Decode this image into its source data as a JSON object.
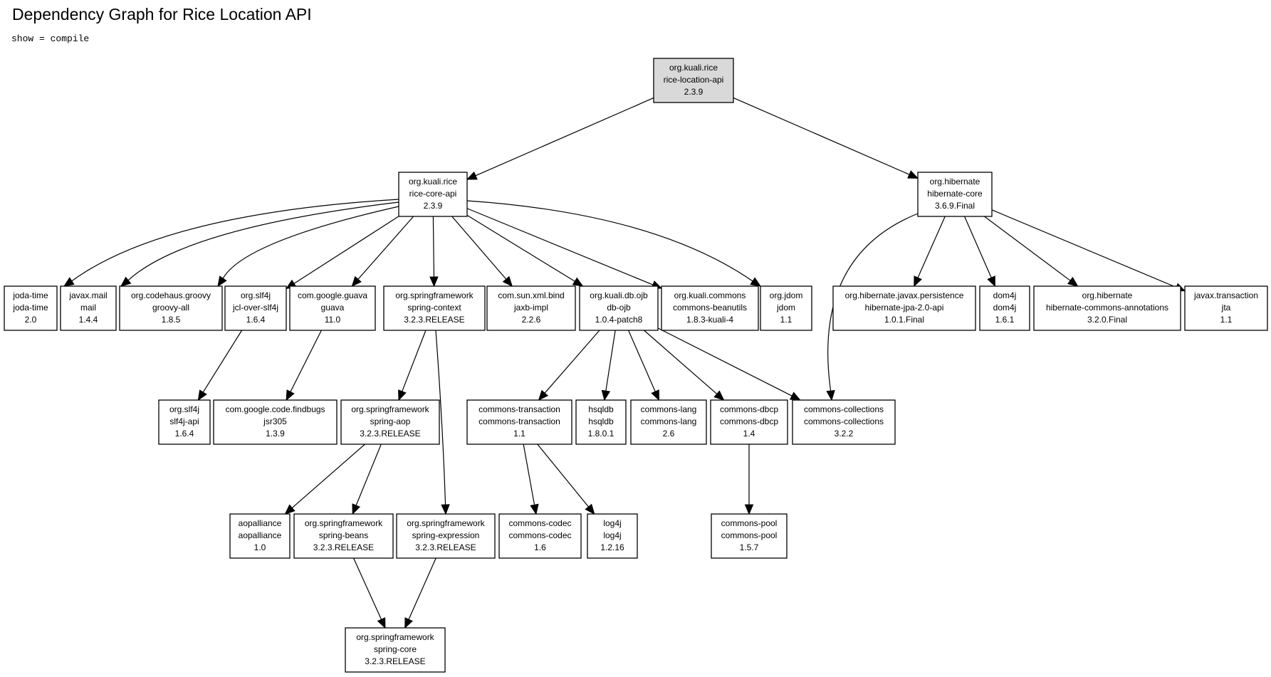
{
  "title": "Dependency Graph for Rice Location API",
  "subtitle": "show = compile",
  "nodes": [
    {
      "id": "rice-location-api",
      "lines": [
        "org.kuali.rice",
        "rice-location-api",
        "2.3.9"
      ],
      "highlight": true
    },
    {
      "id": "rice-core-api",
      "lines": [
        "org.kuali.rice",
        "rice-core-api",
        "2.3.9"
      ]
    },
    {
      "id": "hibernate-core",
      "lines": [
        "org.hibernate",
        "hibernate-core",
        "3.6.9.Final"
      ]
    },
    {
      "id": "joda-time",
      "lines": [
        "joda-time",
        "joda-time",
        "2.0"
      ]
    },
    {
      "id": "mail",
      "lines": [
        "javax.mail",
        "mail",
        "1.4.4"
      ]
    },
    {
      "id": "groovy-all",
      "lines": [
        "org.codehaus.groovy",
        "groovy-all",
        "1.8.5"
      ]
    },
    {
      "id": "jcl-over-slf4j",
      "lines": [
        "org.slf4j",
        "jcl-over-slf4j",
        "1.6.4"
      ]
    },
    {
      "id": "guava",
      "lines": [
        "com.google.guava",
        "guava",
        "11.0"
      ]
    },
    {
      "id": "spring-context",
      "lines": [
        "org.springframework",
        "spring-context",
        "3.2.3.RELEASE"
      ]
    },
    {
      "id": "jaxb-impl",
      "lines": [
        "com.sun.xml.bind",
        "jaxb-impl",
        "2.2.6"
      ]
    },
    {
      "id": "db-ojb",
      "lines": [
        "org.kuali.db.ojb",
        "db-ojb",
        "1.0.4-patch8"
      ]
    },
    {
      "id": "commons-beanutils",
      "lines": [
        "org.kuali.commons",
        "commons-beanutils",
        "1.8.3-kuali-4"
      ]
    },
    {
      "id": "jdom",
      "lines": [
        "org.jdom",
        "jdom",
        "1.1"
      ]
    },
    {
      "id": "hibernate-jpa",
      "lines": [
        "org.hibernate.javax.persistence",
        "hibernate-jpa-2.0-api",
        "1.0.1.Final"
      ]
    },
    {
      "id": "dom4j",
      "lines": [
        "dom4j",
        "dom4j",
        "1.6.1"
      ]
    },
    {
      "id": "hibernate-commons-annotations",
      "lines": [
        "org.hibernate",
        "hibernate-commons-annotations",
        "3.2.0.Final"
      ]
    },
    {
      "id": "jta",
      "lines": [
        "javax.transaction",
        "jta",
        "1.1"
      ]
    },
    {
      "id": "slf4j-api",
      "lines": [
        "org.slf4j",
        "slf4j-api",
        "1.6.4"
      ]
    },
    {
      "id": "jsr305",
      "lines": [
        "com.google.code.findbugs",
        "jsr305",
        "1.3.9"
      ]
    },
    {
      "id": "spring-aop",
      "lines": [
        "org.springframework",
        "spring-aop",
        "3.2.3.RELEASE"
      ]
    },
    {
      "id": "commons-transaction",
      "lines": [
        "commons-transaction",
        "commons-transaction",
        "1.1"
      ]
    },
    {
      "id": "hsqldb",
      "lines": [
        "hsqldb",
        "hsqldb",
        "1.8.0.1"
      ]
    },
    {
      "id": "commons-lang",
      "lines": [
        "commons-lang",
        "commons-lang",
        "2.6"
      ]
    },
    {
      "id": "commons-dbcp",
      "lines": [
        "commons-dbcp",
        "commons-dbcp",
        "1.4"
      ]
    },
    {
      "id": "commons-collections",
      "lines": [
        "commons-collections",
        "commons-collections",
        "3.2.2"
      ]
    },
    {
      "id": "aopalliance",
      "lines": [
        "aopalliance",
        "aopalliance",
        "1.0"
      ]
    },
    {
      "id": "spring-beans",
      "lines": [
        "org.springframework",
        "spring-beans",
        "3.2.3.RELEASE"
      ]
    },
    {
      "id": "spring-expression",
      "lines": [
        "org.springframework",
        "spring-expression",
        "3.2.3.RELEASE"
      ]
    },
    {
      "id": "commons-codec",
      "lines": [
        "commons-codec",
        "commons-codec",
        "1.6"
      ]
    },
    {
      "id": "log4j",
      "lines": [
        "log4j",
        "log4j",
        "1.2.16"
      ]
    },
    {
      "id": "commons-pool",
      "lines": [
        "commons-pool",
        "commons-pool",
        "1.5.7"
      ]
    },
    {
      "id": "spring-core",
      "lines": [
        "org.springframework",
        "spring-core",
        "3.2.3.RELEASE"
      ]
    }
  ],
  "edges": [
    [
      "rice-location-api",
      "rice-core-api"
    ],
    [
      "rice-location-api",
      "hibernate-core"
    ],
    [
      "rice-core-api",
      "joda-time"
    ],
    [
      "rice-core-api",
      "mail"
    ],
    [
      "rice-core-api",
      "groovy-all"
    ],
    [
      "rice-core-api",
      "jcl-over-slf4j"
    ],
    [
      "rice-core-api",
      "guava"
    ],
    [
      "rice-core-api",
      "spring-context"
    ],
    [
      "rice-core-api",
      "jaxb-impl"
    ],
    [
      "rice-core-api",
      "db-ojb"
    ],
    [
      "rice-core-api",
      "commons-beanutils"
    ],
    [
      "rice-core-api",
      "jdom"
    ],
    [
      "hibernate-core",
      "commons-collections"
    ],
    [
      "hibernate-core",
      "hibernate-jpa"
    ],
    [
      "hibernate-core",
      "dom4j"
    ],
    [
      "hibernate-core",
      "hibernate-commons-annotations"
    ],
    [
      "hibernate-core",
      "jta"
    ],
    [
      "jcl-over-slf4j",
      "slf4j-api"
    ],
    [
      "guava",
      "jsr305"
    ],
    [
      "spring-context",
      "spring-aop"
    ],
    [
      "spring-context",
      "spring-expression"
    ],
    [
      "db-ojb",
      "commons-transaction"
    ],
    [
      "db-ojb",
      "hsqldb"
    ],
    [
      "db-ojb",
      "commons-lang"
    ],
    [
      "db-ojb",
      "commons-dbcp"
    ],
    [
      "db-ojb",
      "commons-collections"
    ],
    [
      "spring-aop",
      "aopalliance"
    ],
    [
      "spring-aop",
      "spring-beans"
    ],
    [
      "commons-transaction",
      "commons-codec"
    ],
    [
      "commons-transaction",
      "log4j"
    ],
    [
      "commons-dbcp",
      "commons-pool"
    ],
    [
      "spring-beans",
      "spring-core"
    ],
    [
      "spring-expression",
      "spring-core"
    ]
  ]
}
